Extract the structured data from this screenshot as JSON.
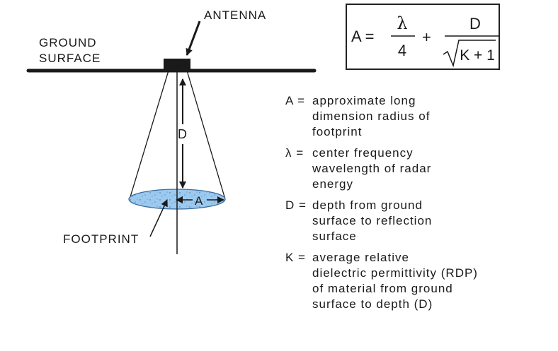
{
  "labels": {
    "antenna": "ANTENNA",
    "ground_line1": "GROUND",
    "ground_line2": "SURFACE",
    "footprint": "FOOTPRINT",
    "depth": "D",
    "radius": "A"
  },
  "formula": {
    "lhs": "A =",
    "term1_num": "λ",
    "term1_den": "4",
    "plus": "+",
    "term2_num": "D",
    "term2_den_radicand": "K + 1"
  },
  "definitions": [
    {
      "symbol": "A =",
      "text": "approximate long\ndimension radius of\nfootprint"
    },
    {
      "symbol": "λ =",
      "text": "center frequency\nwavelength of radar\nenergy"
    },
    {
      "symbol": "D =",
      "text": "depth from ground\nsurface to reflection\nsurface"
    },
    {
      "symbol": "K =",
      "text": "average relative\ndielectric permittivity (RDP)\nof material from ground\nsurface to depth (D)"
    }
  ],
  "colors": {
    "ink": "#1a1a1a",
    "footprint_fill": "#9cc9ef",
    "footprint_stroke": "#3a6a9a"
  }
}
